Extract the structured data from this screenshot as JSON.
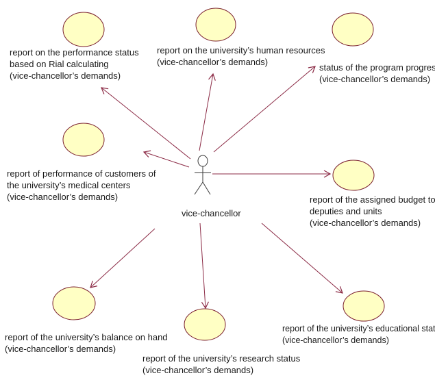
{
  "actor": {
    "name": "vice-chancellor"
  },
  "use_cases": [
    {
      "id": "performance-status",
      "lines": [
        "report on the performance status",
        "based on Rial calculating",
        "(vice-chancellor’s demands)"
      ]
    },
    {
      "id": "human-resources",
      "lines": [
        "report on the university’s human resources",
        "(vice-chancellor’s demands)"
      ]
    },
    {
      "id": "program-progress",
      "lines": [
        "status of the program progress",
        "(vice-chancellor’s demands)"
      ]
    },
    {
      "id": "medical-centers",
      "lines": [
        "report of performance of customers of",
        "the university’s medical centers",
        "(vice-chancellor’s demands)"
      ]
    },
    {
      "id": "assigned-budget",
      "lines": [
        "report of the assigned budget to",
        "deputies and units",
        "(vice-chancellor’s demands)"
      ]
    },
    {
      "id": "balance-on-hand",
      "lines": [
        "report of the university’s balance on hand",
        "(vice-chancellor’s demands)"
      ]
    },
    {
      "id": "research-status",
      "lines": [
        "report of the university’s research status",
        "(vice-chancellor’s demands)"
      ]
    },
    {
      "id": "educational-status",
      "lines": [
        "report of the university’s educational status",
        "(vice-chancellor’s demands)"
      ]
    }
  ],
  "colors": {
    "ellipse_fill": "#ffffc4",
    "ellipse_stroke": "#7a1f2e",
    "line": "#8b2a45",
    "actor": "#3a3a3a"
  }
}
